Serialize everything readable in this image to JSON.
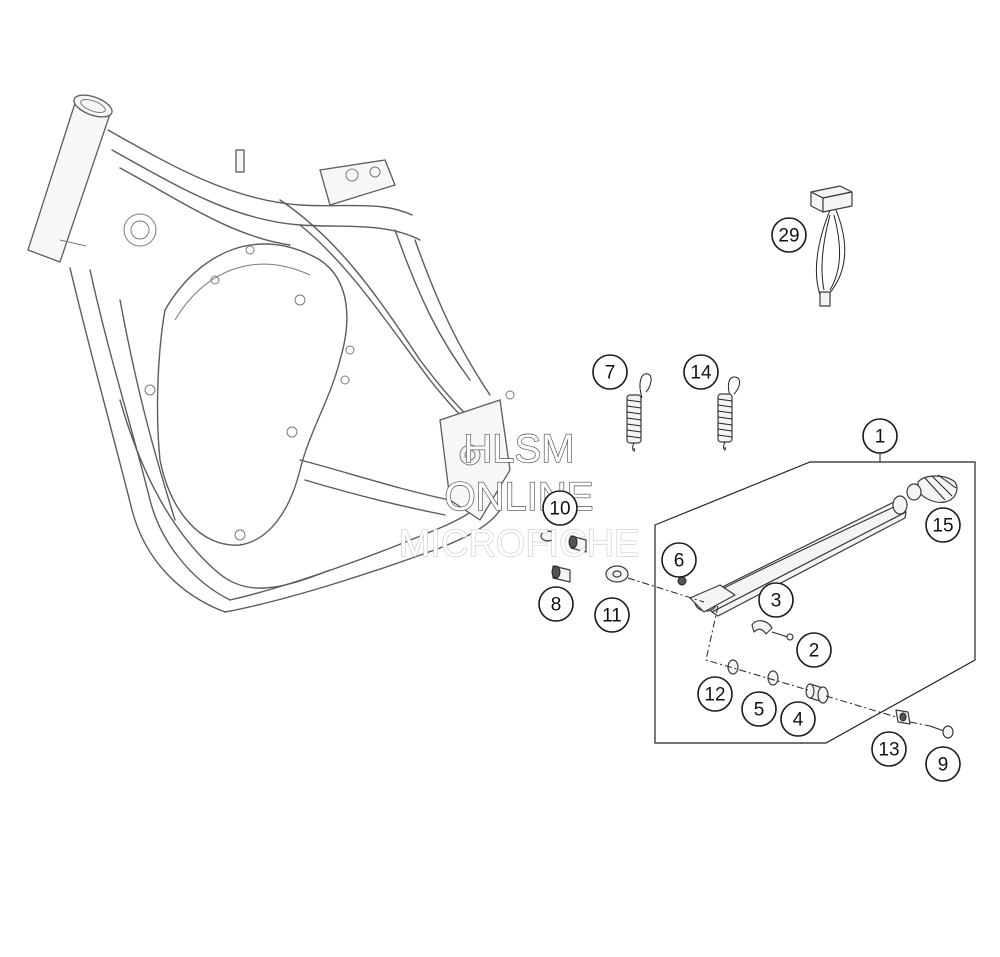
{
  "watermark": {
    "line1": "HLSM",
    "line2": "ONLINE",
    "line3": "MICROFICHE"
  },
  "callouts": [
    {
      "id": "c1",
      "label": "1"
    },
    {
      "id": "c2",
      "label": "2"
    },
    {
      "id": "c3",
      "label": "3"
    },
    {
      "id": "c4",
      "label": "4"
    },
    {
      "id": "c5",
      "label": "5"
    },
    {
      "id": "c6",
      "label": "6"
    },
    {
      "id": "c7",
      "label": "7"
    },
    {
      "id": "c8",
      "label": "8"
    },
    {
      "id": "c9",
      "label": "9"
    },
    {
      "id": "c10",
      "label": "10"
    },
    {
      "id": "c11",
      "label": "11"
    },
    {
      "id": "c12",
      "label": "12"
    },
    {
      "id": "c13",
      "label": "13"
    },
    {
      "id": "c14",
      "label": "14"
    },
    {
      "id": "c15",
      "label": "15"
    },
    {
      "id": "c29",
      "label": "29"
    }
  ]
}
